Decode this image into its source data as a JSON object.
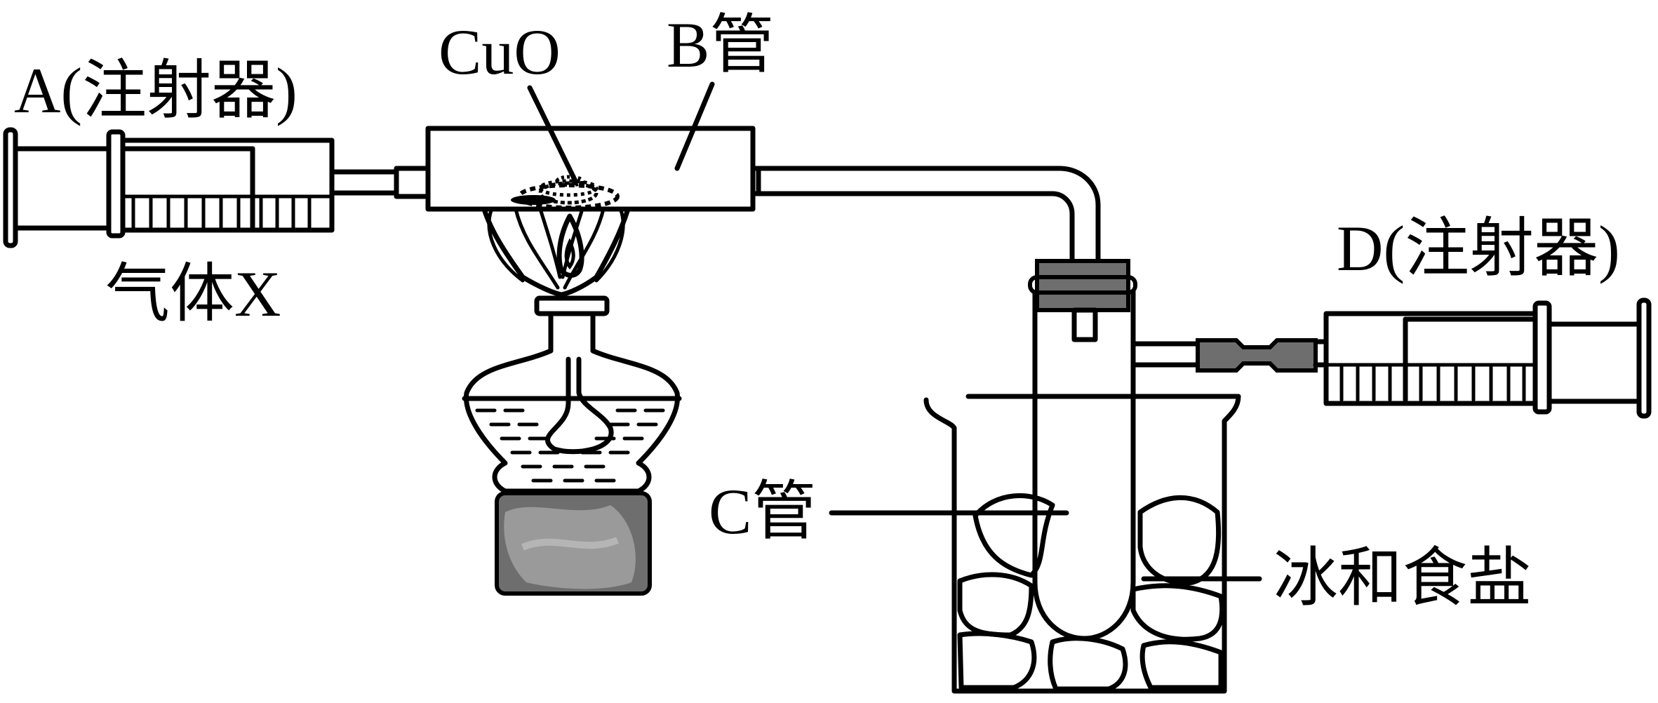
{
  "labels": {
    "syringe_a": "A(注射器)",
    "gas_x": "气体X",
    "cuo": "CuO",
    "tube_b": "B管",
    "syringe_d": "D(注射器)",
    "tube_c": "C管",
    "ice_salt": "冰和食盐"
  }
}
